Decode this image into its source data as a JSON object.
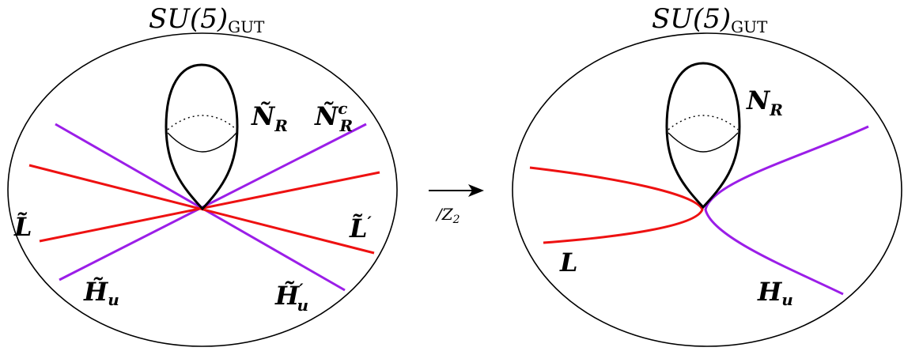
{
  "colors": {
    "red": "#ee1111",
    "purple": "#9b1ee8",
    "black": "#000000"
  },
  "left_panel": {
    "title_main": "SU(5)",
    "title_sub": "GUT",
    "labels": {
      "n_r": {
        "main": "Ñ",
        "sub": "R"
      },
      "n_r_comma": ",",
      "n_r_c": {
        "main": "Ñ",
        "sup": "c",
        "sub": "R"
      },
      "l": {
        "main": "L̃"
      },
      "l_prime": {
        "main": "L̃",
        "sup": "′"
      },
      "h_u": {
        "main": "H̃",
        "sub": "u"
      },
      "h_u_prime": {
        "main": "H̃",
        "sup": "′",
        "sub": "u"
      }
    }
  },
  "arrow": {
    "label_slash": "/",
    "label_main": "Z",
    "label_sub": "2"
  },
  "right_panel": {
    "title_main": "SU(5)",
    "title_sub": "GUT",
    "labels": {
      "n_r": {
        "main": "N",
        "sub": "R"
      },
      "l": {
        "main": "L"
      },
      "h_u": {
        "main": "H",
        "sub": "u"
      }
    }
  }
}
